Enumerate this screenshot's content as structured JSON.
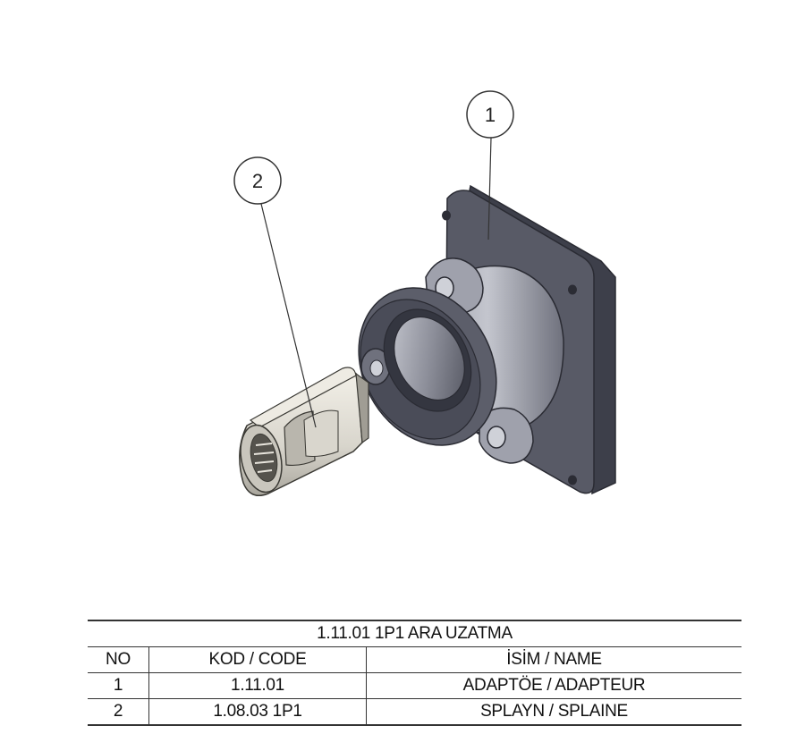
{
  "balloons": [
    {
      "label": "1"
    },
    {
      "label": "2"
    }
  ],
  "table": {
    "title": "1.11.01 1P1 ARA UZATMA",
    "headers": [
      "NO",
      "KOD / CODE",
      "İSİM / NAME"
    ],
    "rows": [
      {
        "no": "1",
        "code": "1.11.01",
        "name": "ADAPTÖE / ADAPTEUR"
      },
      {
        "no": "2",
        "code": "1.08.03 1P1",
        "name": "SPLAYN / SPLAINE"
      }
    ]
  },
  "colors": {
    "part_dark": "#4a4c58",
    "part_mid": "#6f717e",
    "part_light": "#a7a9b4",
    "splayn_light": "#e3e0d8",
    "splayn_dark": "#8d8a82",
    "line": "#333333"
  }
}
